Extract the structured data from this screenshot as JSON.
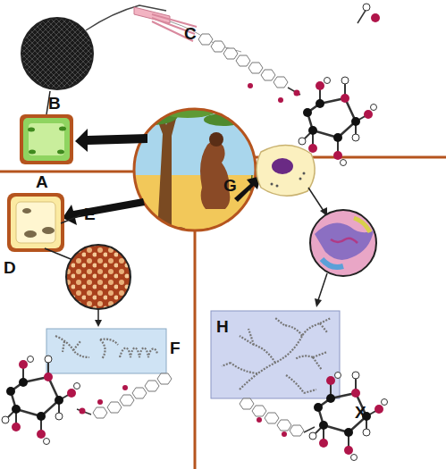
{
  "diagram": {
    "labels": [
      "A",
      "B",
      "C",
      "D",
      "E",
      "F",
      "G",
      "H",
      "X"
    ]
  }
}
